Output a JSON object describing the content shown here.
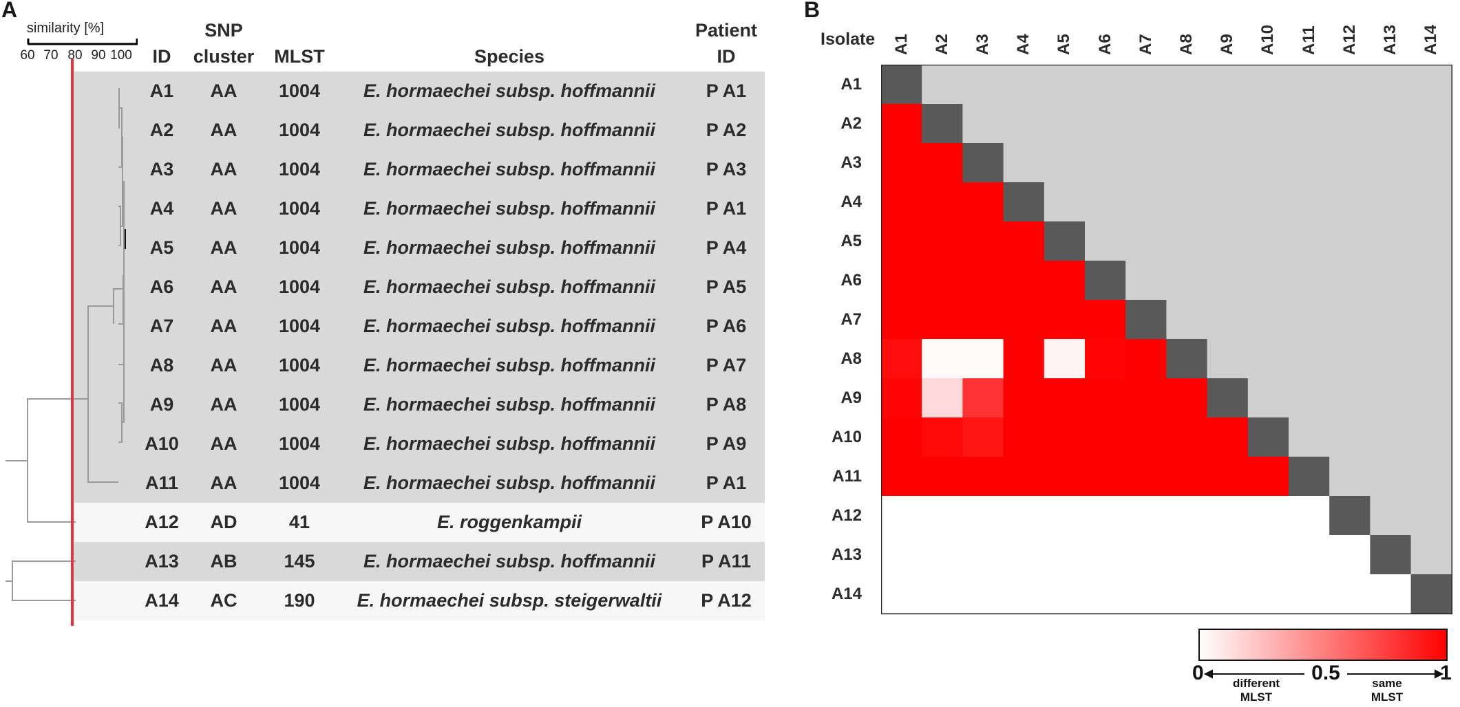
{
  "panel_a": {
    "letter": "A",
    "scale": {
      "title": "similarity [%]",
      "ticks": [
        "60",
        "70",
        "80",
        "90",
        "100"
      ]
    },
    "headers": {
      "id": "ID",
      "snp_line1": "SNP",
      "snp_line2": "cluster",
      "mlst": "MLST",
      "species": "Species",
      "patient_line1": "Patient",
      "patient_line2": "ID"
    },
    "rows": [
      {
        "id": "A1",
        "snp": "AA",
        "mlst": "1004",
        "species": "E. hormaechei subsp. hoffmannii",
        "patient": "P A1"
      },
      {
        "id": "A2",
        "snp": "AA",
        "mlst": "1004",
        "species": "E. hormaechei subsp. hoffmannii",
        "patient": "P A2"
      },
      {
        "id": "A3",
        "snp": "AA",
        "mlst": "1004",
        "species": "E. hormaechei subsp. hoffmannii",
        "patient": "P A3"
      },
      {
        "id": "A4",
        "snp": "AA",
        "mlst": "1004",
        "species": "E. hormaechei subsp. hoffmannii",
        "patient": "P A1"
      },
      {
        "id": "A5",
        "snp": "AA",
        "mlst": "1004",
        "species": "E. hormaechei subsp. hoffmannii",
        "patient": "P A4"
      },
      {
        "id": "A6",
        "snp": "AA",
        "mlst": "1004",
        "species": "E. hormaechei subsp. hoffmannii",
        "patient": "P A5"
      },
      {
        "id": "A7",
        "snp": "AA",
        "mlst": "1004",
        "species": "E. hormaechei subsp. hoffmannii",
        "patient": "P A6"
      },
      {
        "id": "A8",
        "snp": "AA",
        "mlst": "1004",
        "species": "E. hormaechei subsp. hoffmannii",
        "patient": "P A7"
      },
      {
        "id": "A9",
        "snp": "AA",
        "mlst": "1004",
        "species": "E. hormaechei subsp. hoffmannii",
        "patient": "P A8"
      },
      {
        "id": "A10",
        "snp": "AA",
        "mlst": "1004",
        "species": "E. hormaechei subsp. hoffmannii",
        "patient": "P A9"
      },
      {
        "id": "A11",
        "snp": "AA",
        "mlst": "1004",
        "species": "E. hormaechei subsp. hoffmannii",
        "patient": "P A1"
      },
      {
        "id": "A12",
        "snp": "AD",
        "mlst": "41",
        "species": "E. roggenkampii",
        "patient": "P A10"
      },
      {
        "id": "A13",
        "snp": "AB",
        "mlst": "145",
        "species": "E. hormaechei subsp. hoffmannii",
        "patient": "P A11"
      },
      {
        "id": "A14",
        "snp": "AC",
        "mlst": "190",
        "species": "E. hormaechei subsp. steigerwaltii",
        "patient": "P A12"
      }
    ],
    "colors": {
      "shade": "#d9d9d9",
      "light": "#f7f7f7",
      "cutoff_line": "#e8333a"
    }
  },
  "panel_b": {
    "letter": "B",
    "corner_label": "Isolate",
    "isolates": [
      "A1",
      "A2",
      "A3",
      "A4",
      "A5",
      "A6",
      "A7",
      "A8",
      "A9",
      "A10",
      "A11",
      "A12",
      "A13",
      "A14"
    ],
    "colorbar": {
      "min_label": "0",
      "mid_label": "0.5",
      "max_label": "1",
      "left_text_line1": "different",
      "left_text_line2": "MLST",
      "right_text_line1": "same",
      "right_text_line2": "MLST"
    },
    "colors": {
      "diagonal": "#595959",
      "upper": "#d0cfd0",
      "low": "#ffffff",
      "high": "#ff0000"
    }
  },
  "chart_data": {
    "type": "heatmap",
    "x": [
      "A1",
      "A2",
      "A3",
      "A4",
      "A5",
      "A6",
      "A7",
      "A8",
      "A9",
      "A10",
      "A11",
      "A12",
      "A13",
      "A14"
    ],
    "y": [
      "A1",
      "A2",
      "A3",
      "A4",
      "A5",
      "A6",
      "A7",
      "A8",
      "A9",
      "A10",
      "A11",
      "A12",
      "A13",
      "A14"
    ],
    "value_range": [
      0,
      1
    ],
    "lower_triangle_values": [
      [],
      [
        1
      ],
      [
        1,
        1
      ],
      [
        1,
        1,
        1
      ],
      [
        1,
        1,
        1,
        1
      ],
      [
        1,
        1,
        1,
        1,
        1
      ],
      [
        1,
        1,
        1,
        1,
        1,
        1
      ],
      [
        0.95,
        0.02,
        0.02,
        1,
        0.05,
        0.98,
        1
      ],
      [
        0.98,
        0.15,
        0.8,
        1,
        1,
        1,
        1,
        1
      ],
      [
        1,
        0.97,
        0.92,
        1,
        1,
        1,
        1,
        1,
        1
      ],
      [
        1,
        1,
        1,
        1,
        1,
        1,
        1,
        1,
        1,
        1
      ],
      [
        0,
        0,
        0,
        0,
        0,
        0,
        0,
        0,
        0,
        0,
        0
      ],
      [
        0,
        0,
        0,
        0,
        0,
        0,
        0,
        0,
        0,
        0,
        0,
        0
      ],
      [
        0,
        0,
        0,
        0,
        0,
        0,
        0,
        0,
        0,
        0,
        0,
        0,
        0
      ]
    ]
  }
}
